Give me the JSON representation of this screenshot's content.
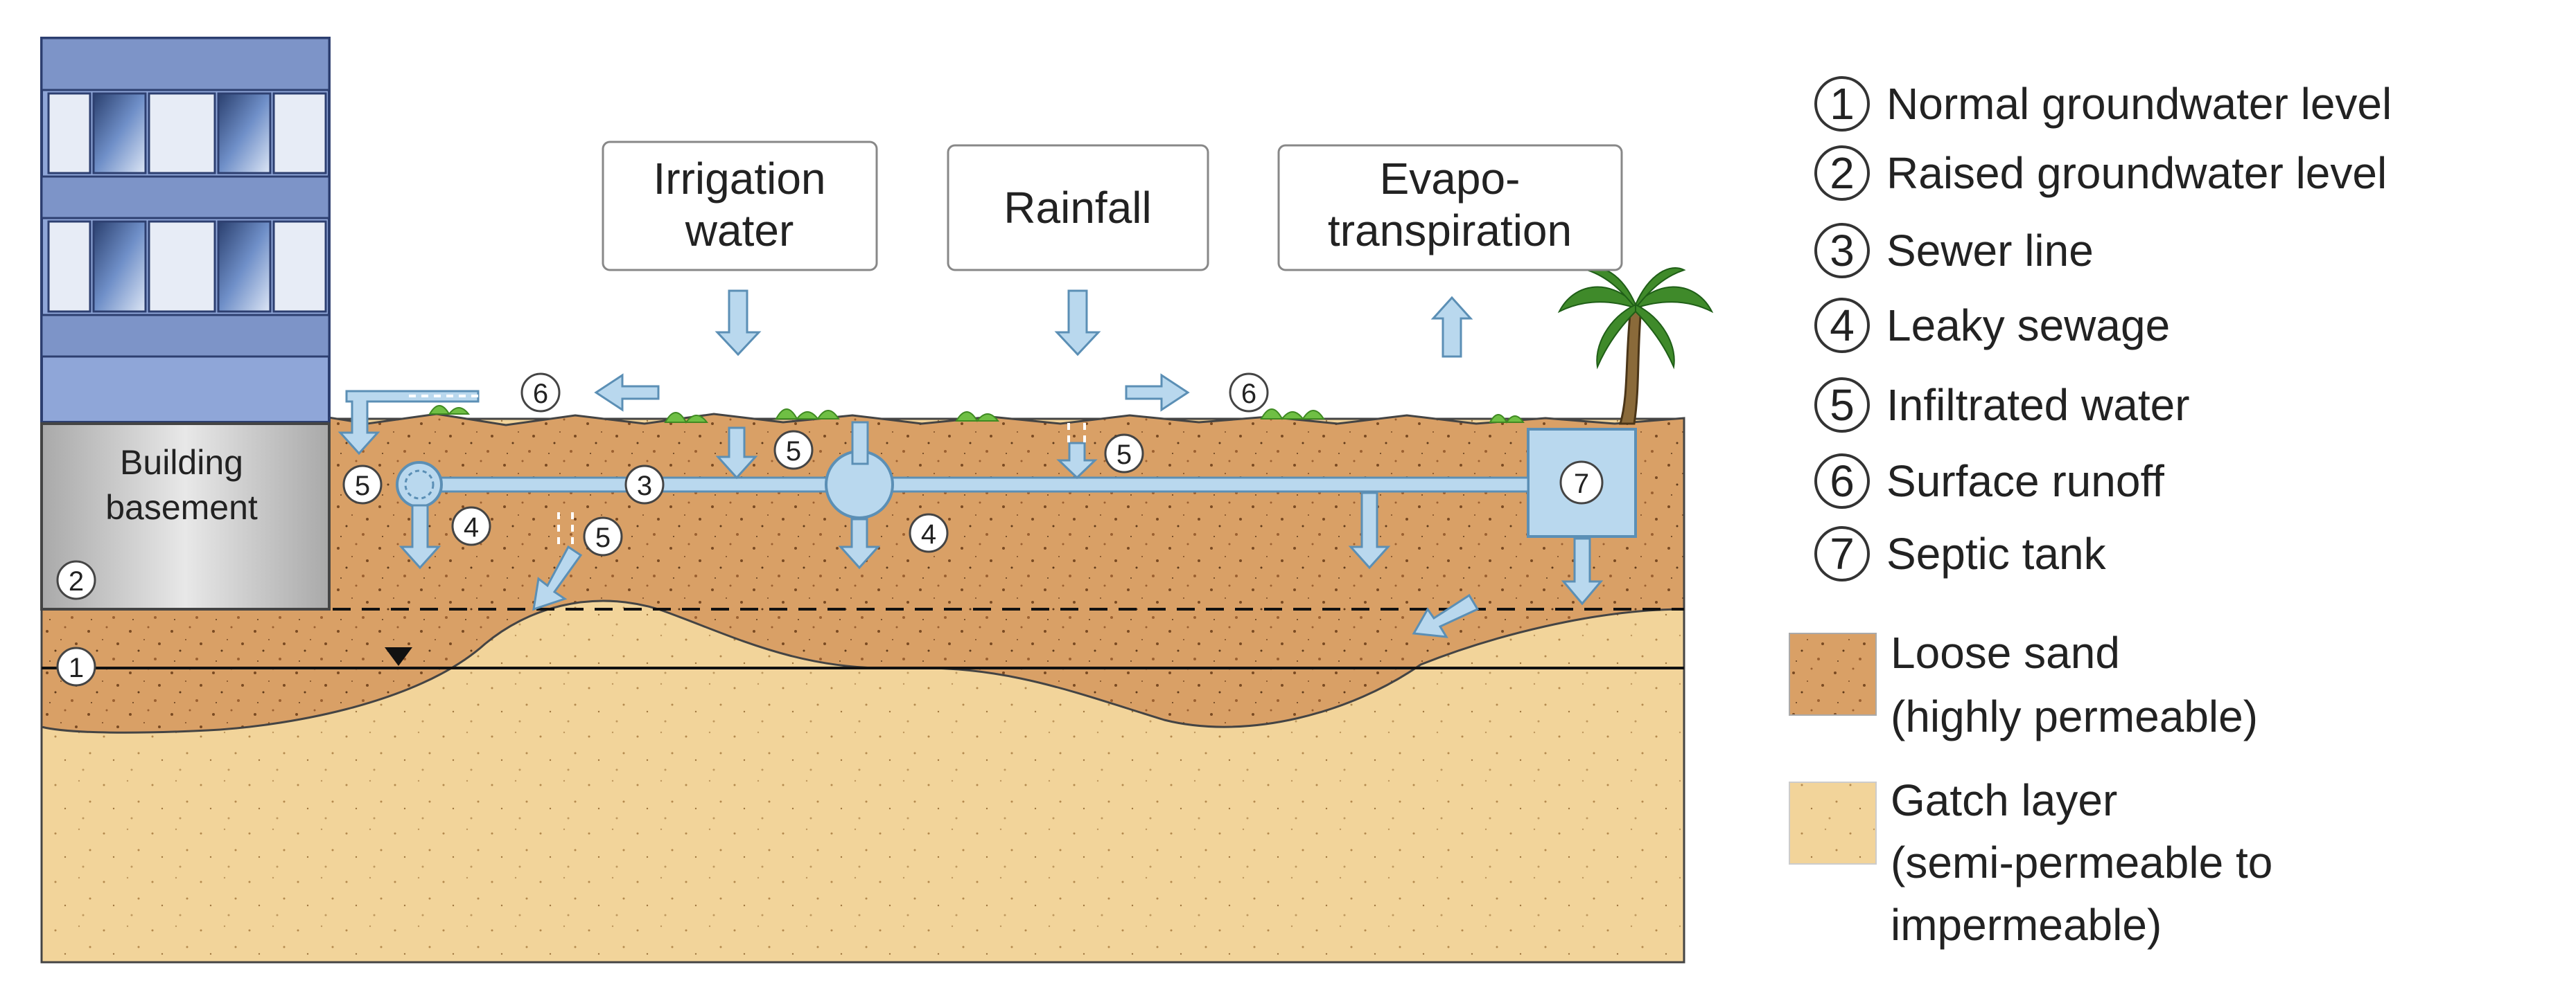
{
  "boxes": {
    "irrigation": [
      "Irrigation",
      "water"
    ],
    "rainfall": [
      "Rainfall"
    ],
    "evapo": [
      "Evapo-",
      "transpiration"
    ]
  },
  "building": {
    "basement_label": [
      "Building",
      "basement"
    ]
  },
  "markers": {
    "n1": "1",
    "n2": "2",
    "n3": "3",
    "n4": "4",
    "n5": "5",
    "n6": "6",
    "n7": "7"
  },
  "legend": {
    "items": [
      {
        "num": "1",
        "label": "Normal groundwater level"
      },
      {
        "num": "2",
        "label": "Raised groundwater level"
      },
      {
        "num": "3",
        "label": "Sewer line"
      },
      {
        "num": "4",
        "label": "Leaky sewage"
      },
      {
        "num": "5",
        "label": "Infiltrated water"
      },
      {
        "num": "6",
        "label": "Surface runoff"
      },
      {
        "num": "7",
        "label": "Septic tank"
      }
    ],
    "loose_sand": [
      "Loose sand",
      "(highly permeable)"
    ],
    "gatch": [
      "Gatch layer",
      "(semi-permeable to",
      "impermeable)"
    ]
  },
  "colors": {
    "loose_sand": "#D9A066",
    "gatch": "#F2D49A",
    "water": "#B9D8EE",
    "water_stroke": "#5B8FB5",
    "building": "#8FA6D8",
    "basement": "#C8C8C8",
    "grass": "#6FBF44"
  }
}
